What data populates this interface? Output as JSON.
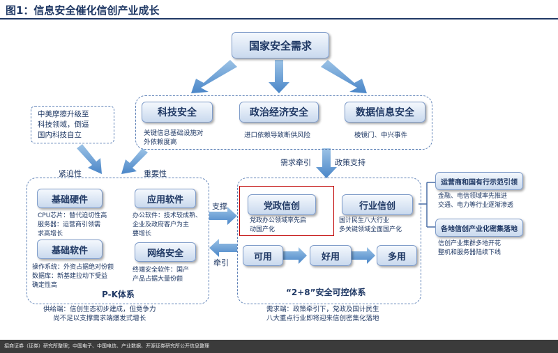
{
  "title": "图1：信息安全催化信创产业成长",
  "nodes": {
    "national": "国家安全需求",
    "tech_security": "科技安全",
    "political_security": "政治经济安全",
    "data_security": "数据信息安全",
    "hardware": "基础硬件",
    "app_software": "应用软件",
    "base_software": "基础软件",
    "network_security": "网络安全",
    "party_gov": "党政信创",
    "industry": "行业信创",
    "usable": "可用",
    "good": "好用",
    "more": "多用",
    "operators": "运营商和国有行示范引领",
    "cluster": "各地信创产业化密集落地"
  },
  "texts": {
    "tech_security_desc": "关键信息基础设施对\n外依赖度高",
    "political_desc": "进口依赖导致断供风险",
    "data_desc": "棱镜门、中兴事件",
    "friction": "中美摩擦升级至\n科技领域，倒逼\n国内科技自立",
    "urgency": "紧迫性",
    "importance": "重要性",
    "demand_pull": "需求牵引",
    "policy_support": "政策支持",
    "hardware_desc": "CPU芯片：替代迫切性高\n服务器：运营商引领需\n求高增长",
    "app_desc": "办公软件：技术较成熟、\n企业及政府客户为主\n要增长",
    "base_software_desc": "操作系统：外资占据绝对份额\n数据库：新基建拉动下受益\n确定性高",
    "network_desc": "终端安全软件：国产\n产品占据大量份额",
    "pk_system": "P-K体系",
    "support": "支撑",
    "pull": "牵引",
    "party_desc": "党政办公领域率先启\n动国产化",
    "industry_desc": "国计民生八大行业\n多关键领域全面国产化",
    "safe_system": "“2+8”安全可控体系",
    "operators_desc": "金融、电信领域率先推进\n交通、电力等行业逐渐渗透",
    "cluster_desc": "信创产业集群多地开花\n整机和服务器陆续下线",
    "supply_side": "供给端：信创生态初步建成，但竞争力\n尚不足以支撑需求端爆发式增长",
    "demand_side": "需求端：政策牵引下，党政及国计民生\n八大重点行业即将迎来信创密集化落地"
  },
  "footer": "招商证券（证券）研究所整理；中国电子、中国电信、产业数据、开源证券研究所公开信息整理",
  "colors": {
    "accent": "#1f3864",
    "arrow": "#5b9bd5",
    "dash": "#5b7fb5",
    "highlight": "#c00000"
  }
}
